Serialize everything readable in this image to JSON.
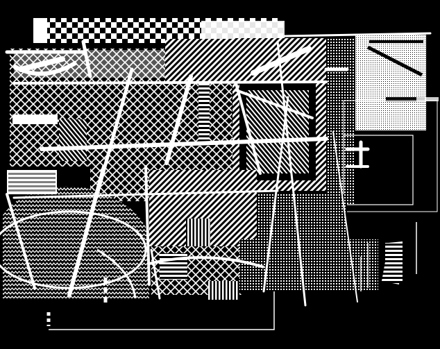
{
  "palette": {
    "background": "#000000",
    "foreground": "#ffffff"
  },
  "artwork": {
    "kind": "abstract-monochrome-collage",
    "textures": [
      "checker",
      "herringbone",
      "diagonal-hatch",
      "zigzag",
      "dots",
      "stripes"
    ]
  }
}
